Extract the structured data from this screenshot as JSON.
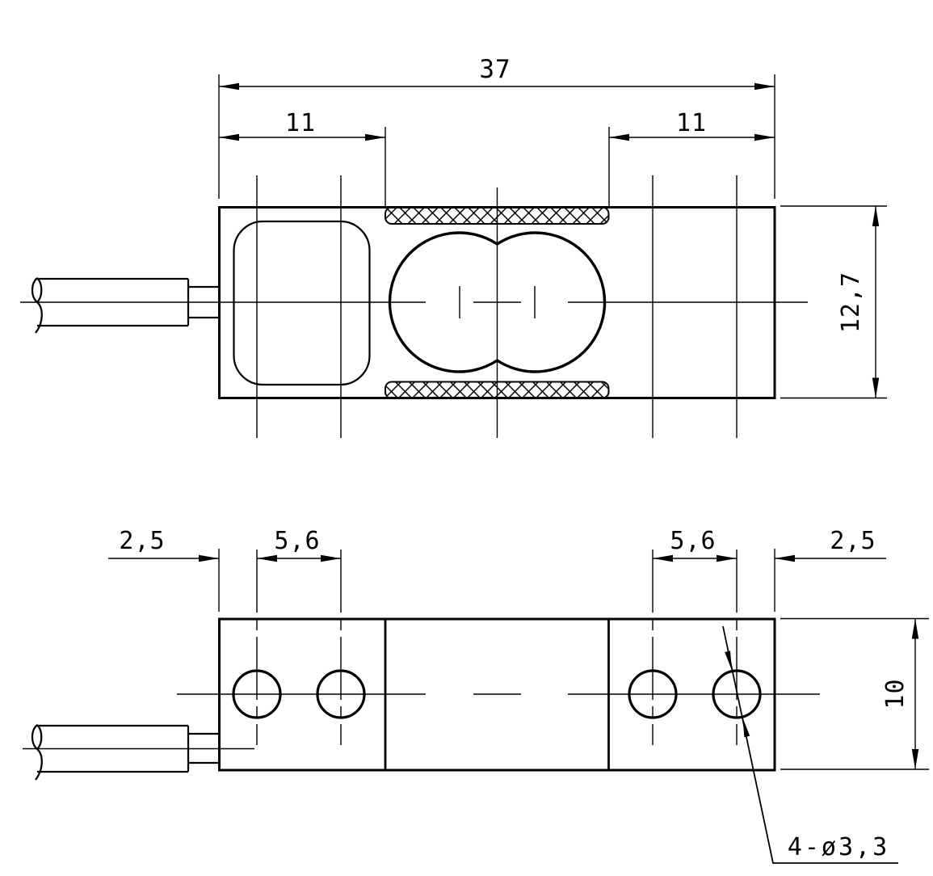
{
  "dimensions": {
    "top_view": {
      "overall_length": "37",
      "left_section_length": "11",
      "right_section_length": "11",
      "width": "12,7"
    },
    "bottom_view": {
      "left_edge_to_first_hole": "2,5",
      "left_hole_spacing": "5,6",
      "right_hole_spacing": "5,6",
      "right_edge_to_last_hole": "2,5",
      "height": "10",
      "hole_callout": "4-ø3,3"
    }
  }
}
